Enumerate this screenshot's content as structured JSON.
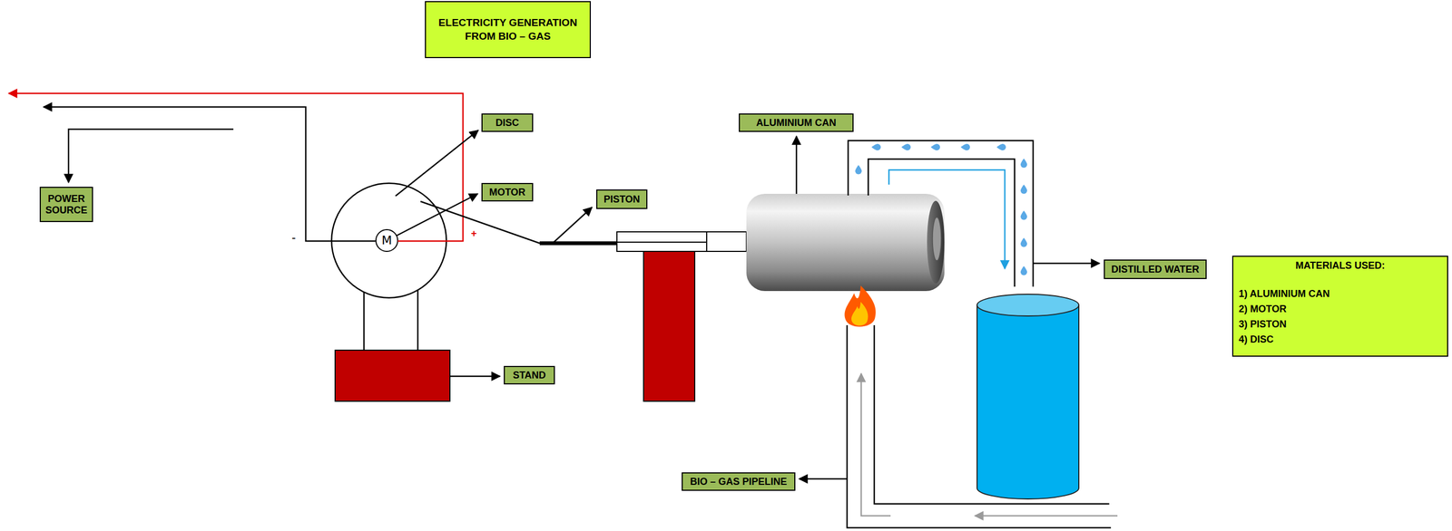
{
  "diagram": {
    "title": "ELECTRICITY GENERATION FROM BIO – GAS",
    "nodes": [
      {
        "text": [
          "DISC"
        ]
      },
      {
        "text": [
          "ALUMINIUM CAN"
        ]
      },
      {
        "text": [
          "MOTOR"
        ]
      },
      {
        "text": [
          "POWER SOURCE"
        ]
      },
      {
        "text": [
          "PISTON"
        ]
      },
      {
        "text": [
          "MATERIALS USED:",
          "1) ALUMINIUM CAN",
          "2) MOTOR",
          "3) PISTON",
          "4) DISC"
        ]
      },
      {
        "text": [
          "DISTILLED WATER"
        ]
      },
      {
        "text": [
          "STAND"
        ]
      },
      {
        "text": [
          "BIO – GAS PIPELINE"
        ]
      }
    ],
    "labels": [
      "-",
      "+",
      "M"
    ]
  }
}
